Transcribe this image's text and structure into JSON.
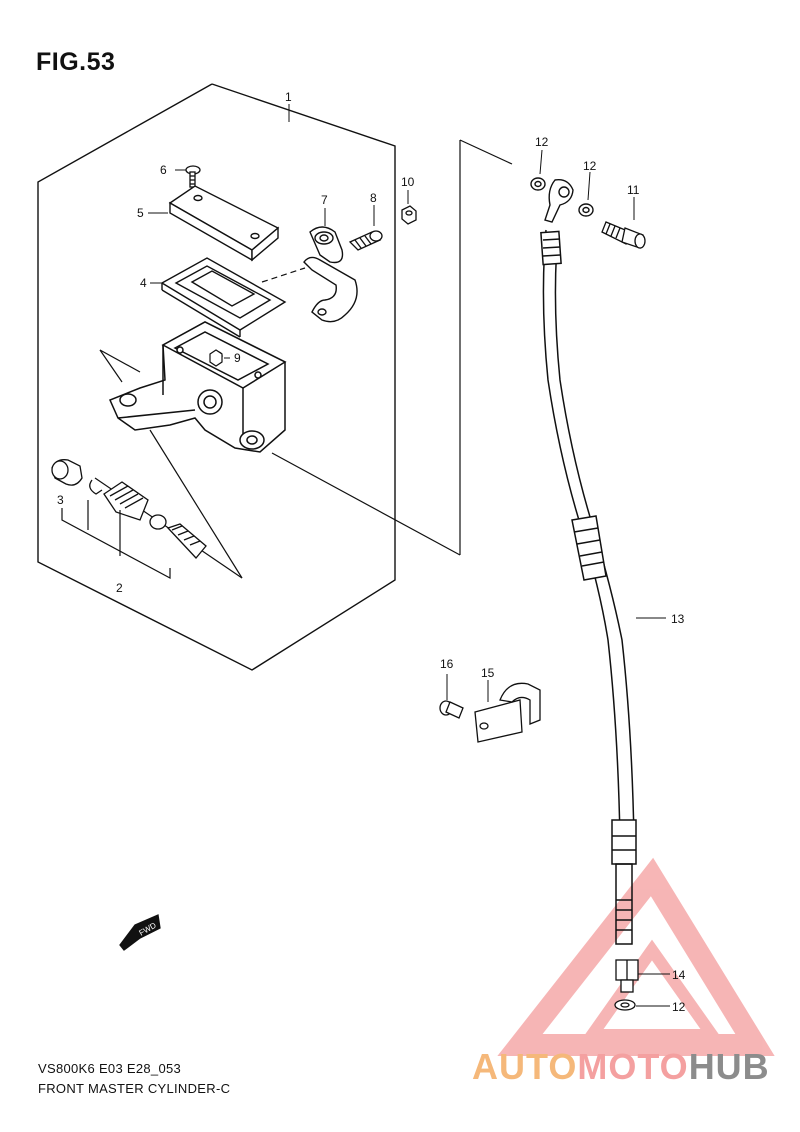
{
  "figure": {
    "title": "FIG.53"
  },
  "callouts": {
    "c1": "1",
    "c2": "2",
    "c3": "3",
    "c4": "4",
    "c5": "5",
    "c6": "6",
    "c7": "7",
    "c8": "8",
    "c9": "9",
    "c10": "10",
    "c11": "11",
    "c12a": "12",
    "c12b": "12",
    "c12c": "12",
    "c13": "13",
    "c14": "14",
    "c15": "15",
    "c16": "16"
  },
  "fwd_label": "FWD",
  "footer": {
    "model_code": "VS800K6 E03 E28_053",
    "caption": "FRONT MASTER CYLINDER-C"
  },
  "watermark": {
    "part1": "AUTO",
    "part2": "MOTO",
    "part3": "HUB"
  },
  "colors": {
    "line": "#111111",
    "watermark_red": "#f07a7a",
    "watermark_orange": "#f5b87a",
    "watermark_gray": "#8c8c8c"
  }
}
